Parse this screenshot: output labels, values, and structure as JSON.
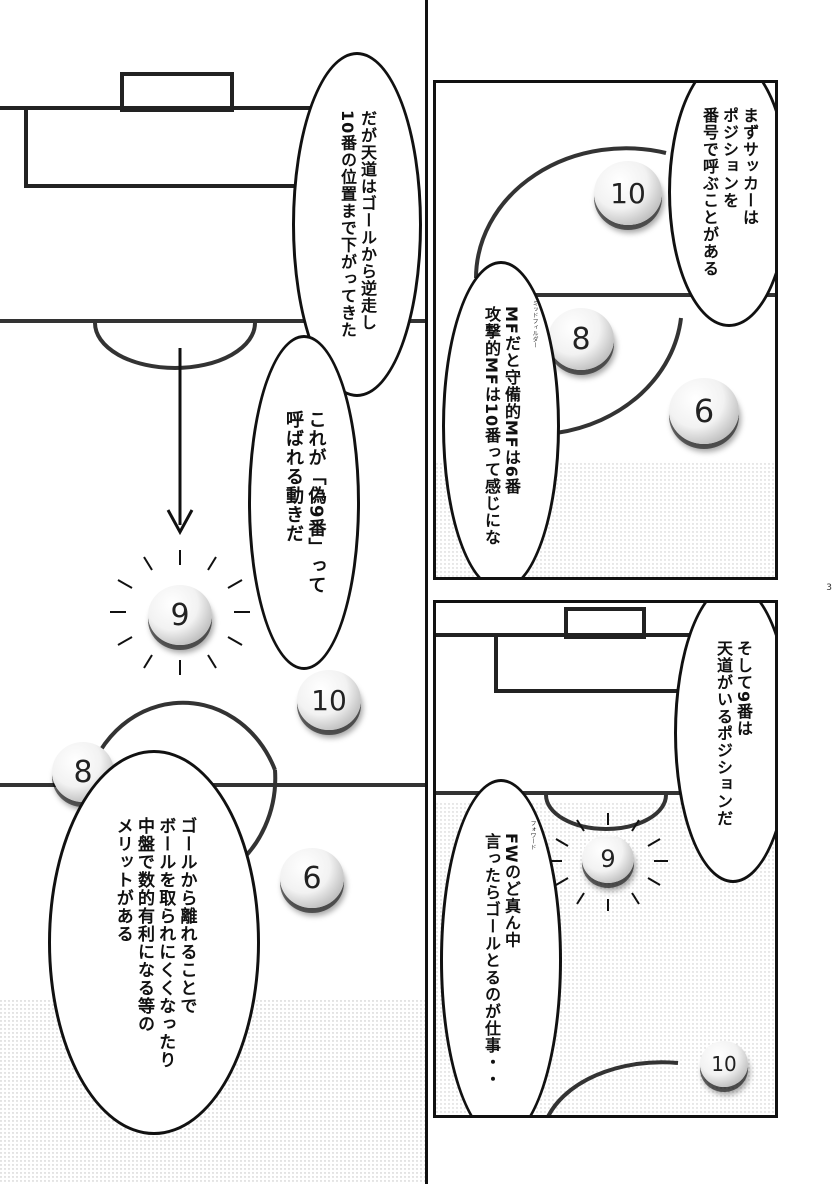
{
  "page_number": "3",
  "left_panel": {
    "bubble_top": [
      "だが天道はゴールから逆走し",
      "10番の位置まで下がってきた"
    ],
    "bubble_mid": [
      "これが「偽9番」って",
      "呼ばれる動きだ"
    ],
    "bubble_bottom": [
      "ゴールから離れることで",
      "ボールを取られにくくなったり",
      "中盤で数的有利になる等の",
      "メリットがある"
    ],
    "players": [
      "9",
      "10",
      "8",
      "6"
    ]
  },
  "top_right_panel": {
    "bubble_a": [
      "まずサッカーは",
      "ポジションを",
      "番号で呼ぶことがある"
    ],
    "bubble_b": [
      "MFだと守備的MFは6番",
      "攻撃的MFは10番って感じにな"
    ],
    "furigana_mf": "ミッドフィルダー",
    "players": [
      "10",
      "8",
      "6"
    ]
  },
  "bottom_right_panel": {
    "bubble_a": [
      "そして9番は",
      "天道がいるポジションだ"
    ],
    "bubble_b": [
      "FWのど真ん中",
      "言ったらゴールとるのが仕事・・"
    ],
    "furigana_fw": "フォワード",
    "players": [
      "9",
      "10"
    ]
  }
}
